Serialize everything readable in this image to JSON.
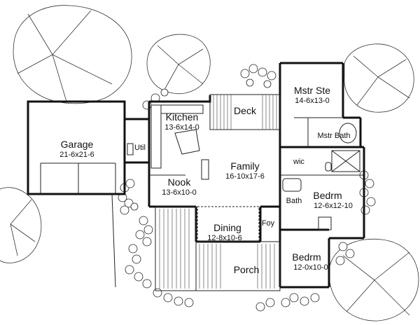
{
  "rooms": {
    "garage": {
      "name": "Garage",
      "dim": "21-6x21-6"
    },
    "util": {
      "name": "Util"
    },
    "kitchen": {
      "name": "Kitchen",
      "dim": "13-6x14-0"
    },
    "deck": {
      "name": "Deck"
    },
    "mstr_ste": {
      "name": "Mstr Ste",
      "dim": "14-6x13-0"
    },
    "mstr_bath": {
      "name": "Mstr Bath"
    },
    "family": {
      "name": "Family",
      "dim": "16-10x17-6"
    },
    "wic": {
      "name": "wic"
    },
    "nook": {
      "name": "Nook",
      "dim": "13-6x10-0"
    },
    "bedrm1": {
      "name": "Bedrm",
      "dim": "12-6x12-10"
    },
    "bath": {
      "name": "Bath"
    },
    "dining": {
      "name": "Dining",
      "dim": "12-8x10-6"
    },
    "foy": {
      "name": "Foy"
    },
    "porch": {
      "name": "Porch"
    },
    "bedrm2": {
      "name": "Bedrm",
      "dim": "12-0x10-0"
    }
  }
}
